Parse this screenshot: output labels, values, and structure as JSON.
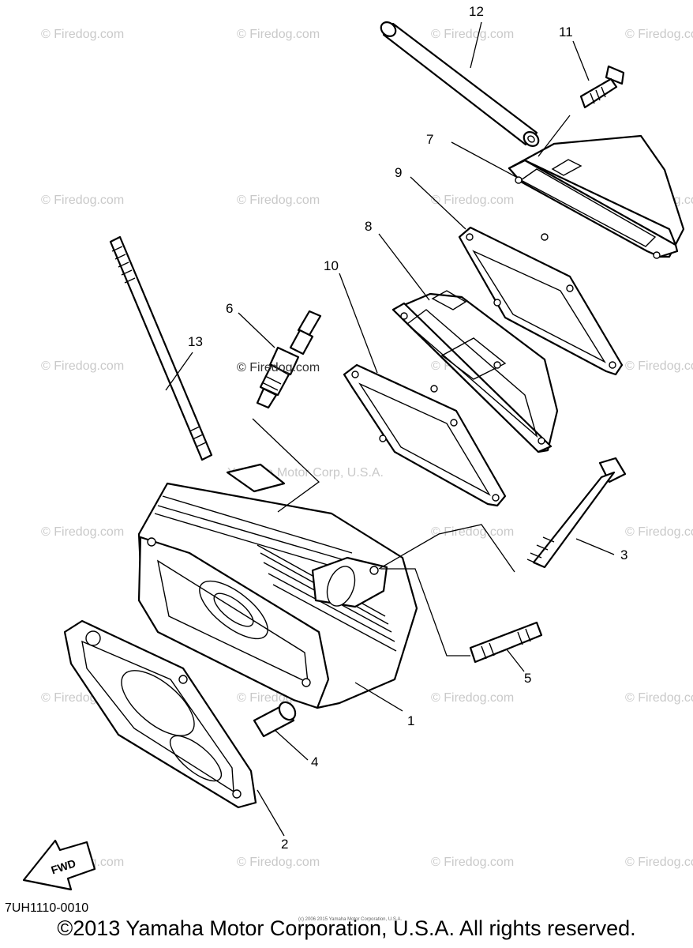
{
  "watermark": {
    "text": "© Firedog.com",
    "center_text": "© Firedog.com",
    "brand_text": "Yamaha Motor Corp, U.S.A."
  },
  "callouts": [
    "1",
    "2",
    "3",
    "4",
    "5",
    "6",
    "7",
    "8",
    "9",
    "10",
    "11",
    "12",
    "13"
  ],
  "fwd_label": "FWD",
  "part_code": "7UH1110-0010",
  "tiny_copyright": "(c) 2006 2015 Yamaha Motor Corporation, U.S.A.",
  "copyright": "©2013 Yamaha Motor Corporation, U.S.A. All rights reserved."
}
